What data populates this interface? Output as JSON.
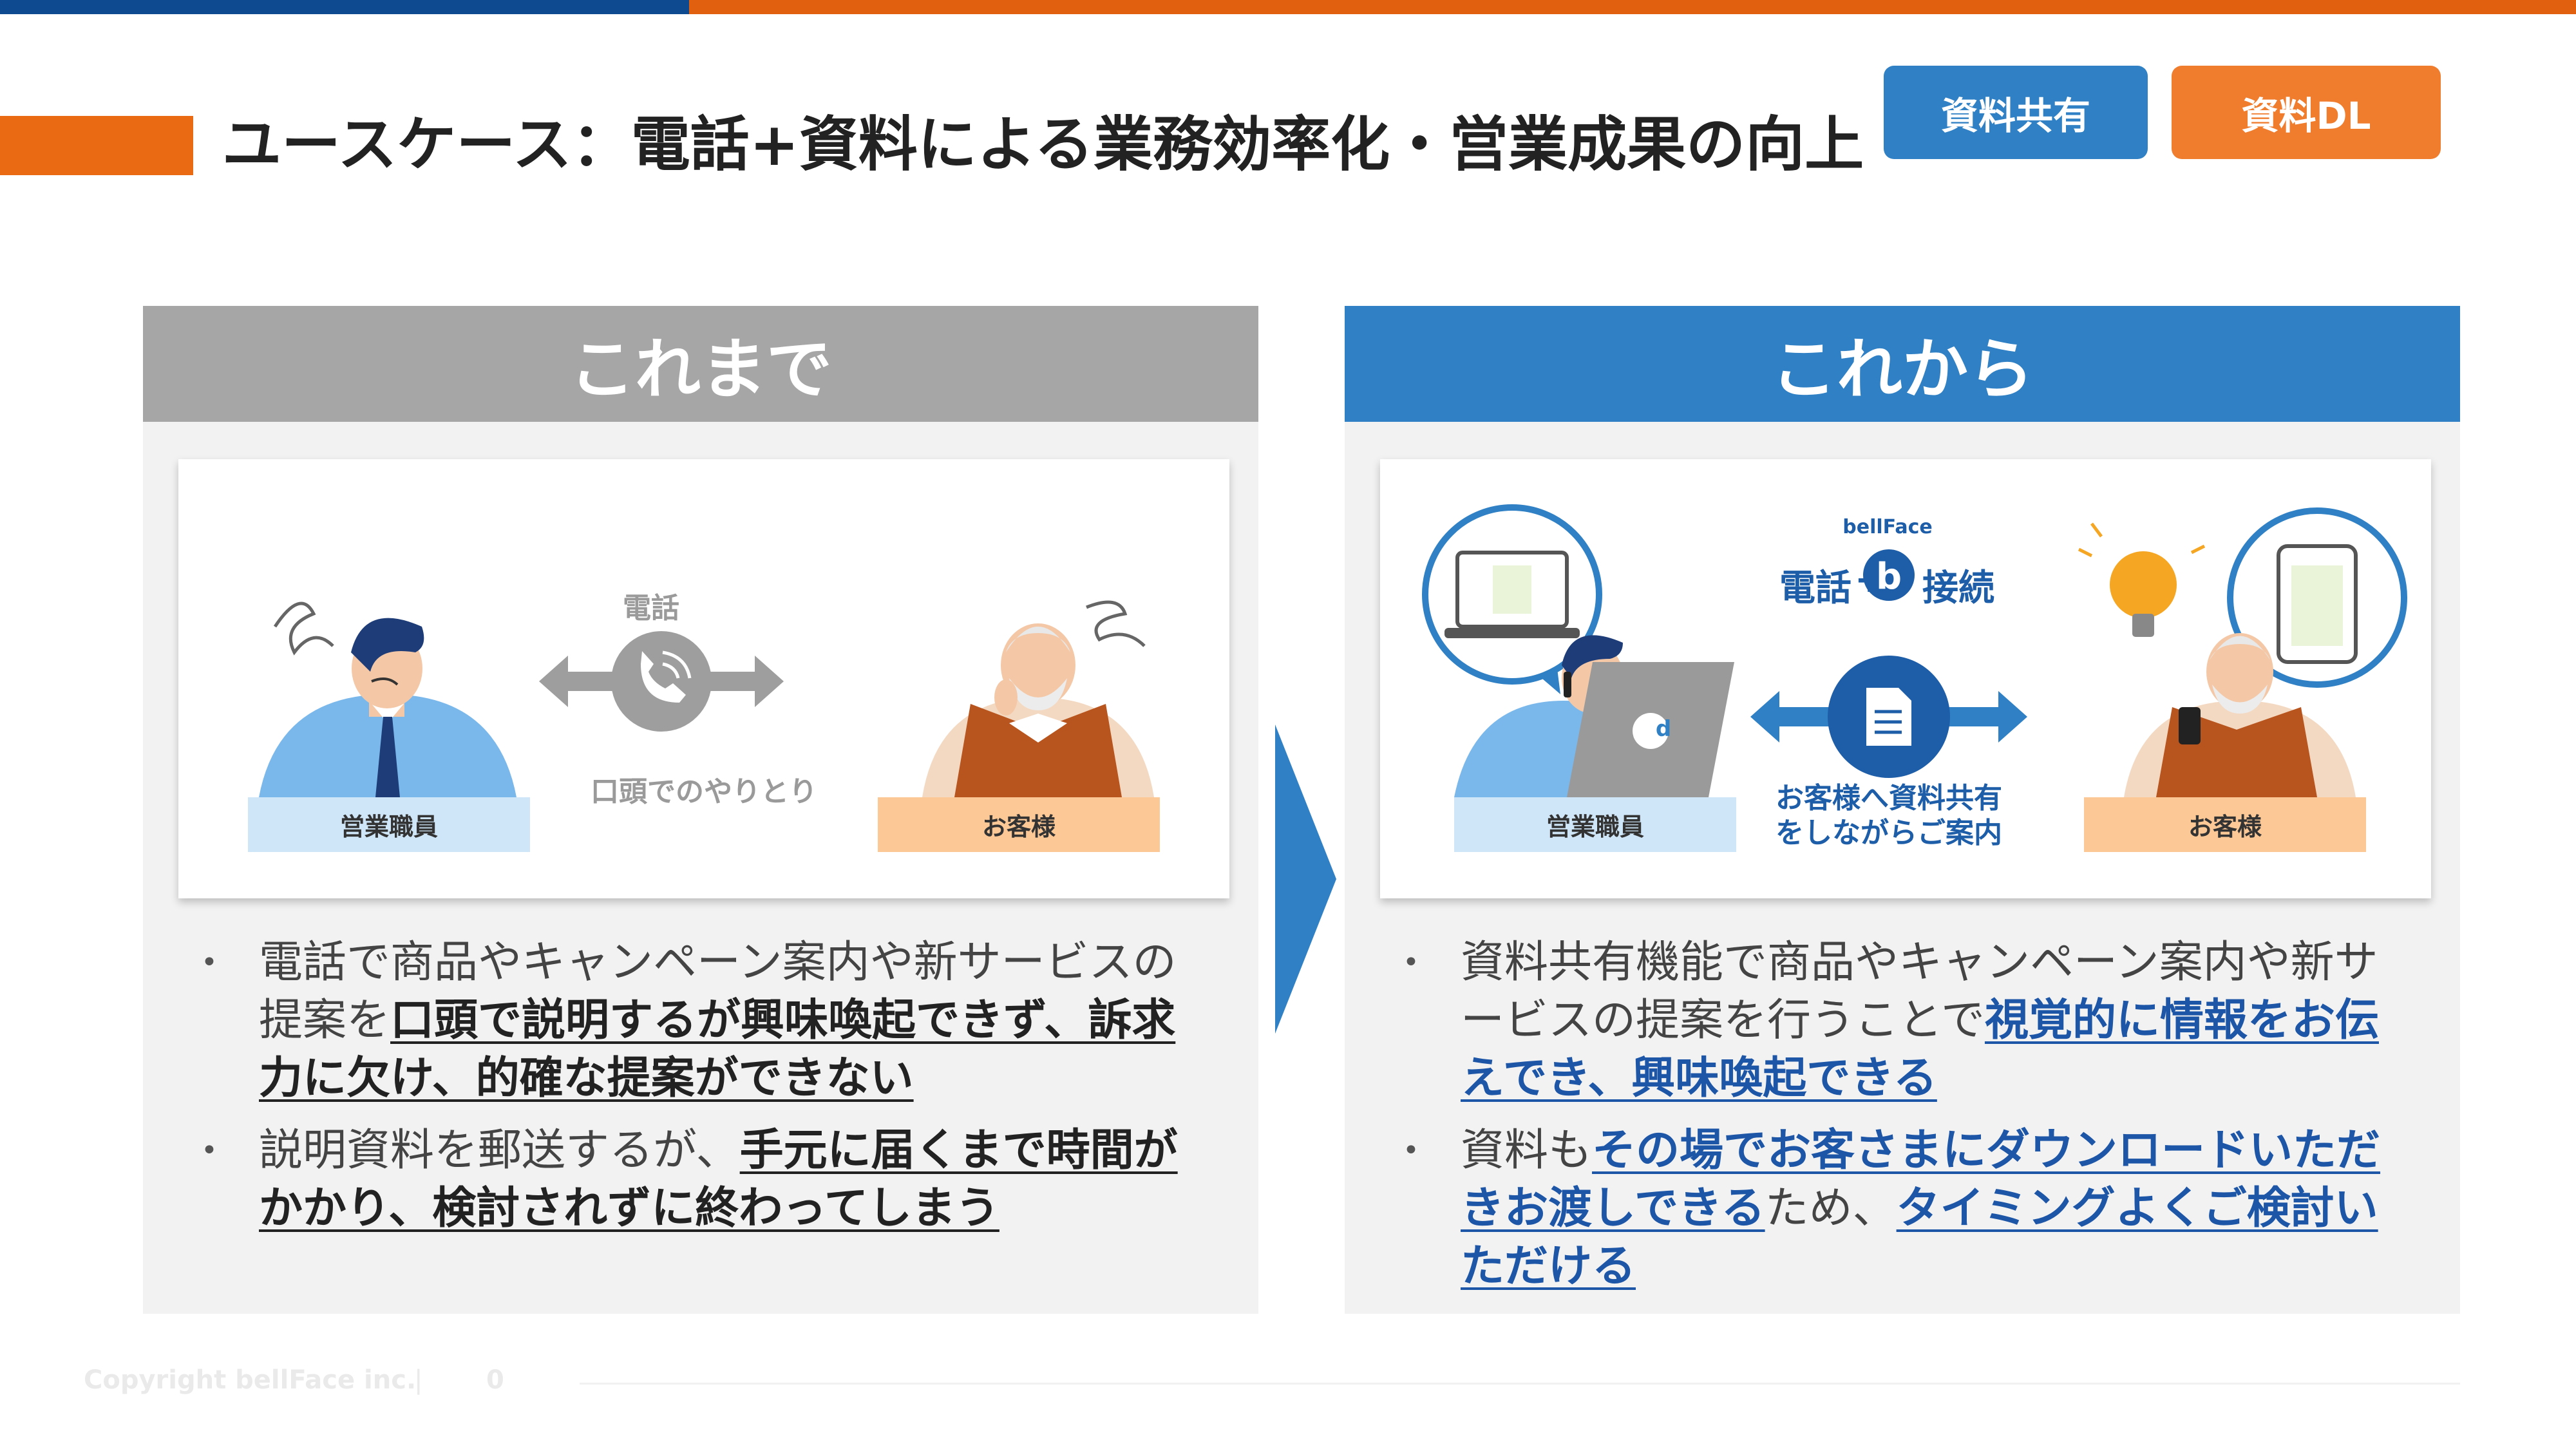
{
  "header": {
    "title": "ユースケース：電話+資料による業務効率化・営業成果の向上",
    "tags": {
      "share": "資料共有",
      "download": "資料DL"
    }
  },
  "before": {
    "heading": "これまで",
    "phone_label": "電話",
    "verbal_label": "口頭でのやりとり",
    "sales_label": "営業職員",
    "customer_label": "お客様",
    "bullets": [
      {
        "parts": [
          {
            "text": "電話で商品やキャンペーン案内や新サービスの提案を",
            "emphasis": false
          },
          {
            "text": "口頭で説明するが興味喚起できず、訴求力に欠け、的確な提案ができない",
            "emphasis": true
          }
        ]
      },
      {
        "parts": [
          {
            "text": "説明資料を郵送するが、",
            "emphasis": false
          },
          {
            "text": "手元に届くまで時間がかかり、検討されずに終わってしまう",
            "emphasis": true
          }
        ]
      }
    ]
  },
  "after": {
    "heading": "これから",
    "brand": "bellFace",
    "connect_left": "電話",
    "connect_plus": "+",
    "connect_logo_letter": "b",
    "connect_right": "接続",
    "laptop_letter": "d",
    "share_caption_1": "お客様へ資料共有",
    "share_caption_2": "をしながらご案内",
    "sales_label": "営業職員",
    "customer_label": "お客様",
    "bullets": [
      {
        "parts": [
          {
            "text": "資料共有機能で商品やキャンペーン案内や新サービスの提案を行うことで",
            "emphasis": false
          },
          {
            "text": "視覚的に情報をお伝えでき、興味喚起できる",
            "emphasis": true
          }
        ]
      },
      {
        "parts": [
          {
            "text": "資料も",
            "emphasis": false
          },
          {
            "text": "その場でお客さまにダウンロードいただきお渡しできる",
            "emphasis": true
          },
          {
            "text": "ため、",
            "emphasis": false
          },
          {
            "text": "タイミングよくご検討いただける",
            "emphasis": true
          }
        ]
      }
    ]
  },
  "footer": {
    "copyright": "Copyright bellFace inc.",
    "separator": "|",
    "page_number": "0"
  },
  "colors": {
    "brand_blue": "#2f80c4",
    "accent_orange": "#ea6a14",
    "emphasis_blue": "#1d56a7",
    "header_gray": "#a6a6a6"
  }
}
